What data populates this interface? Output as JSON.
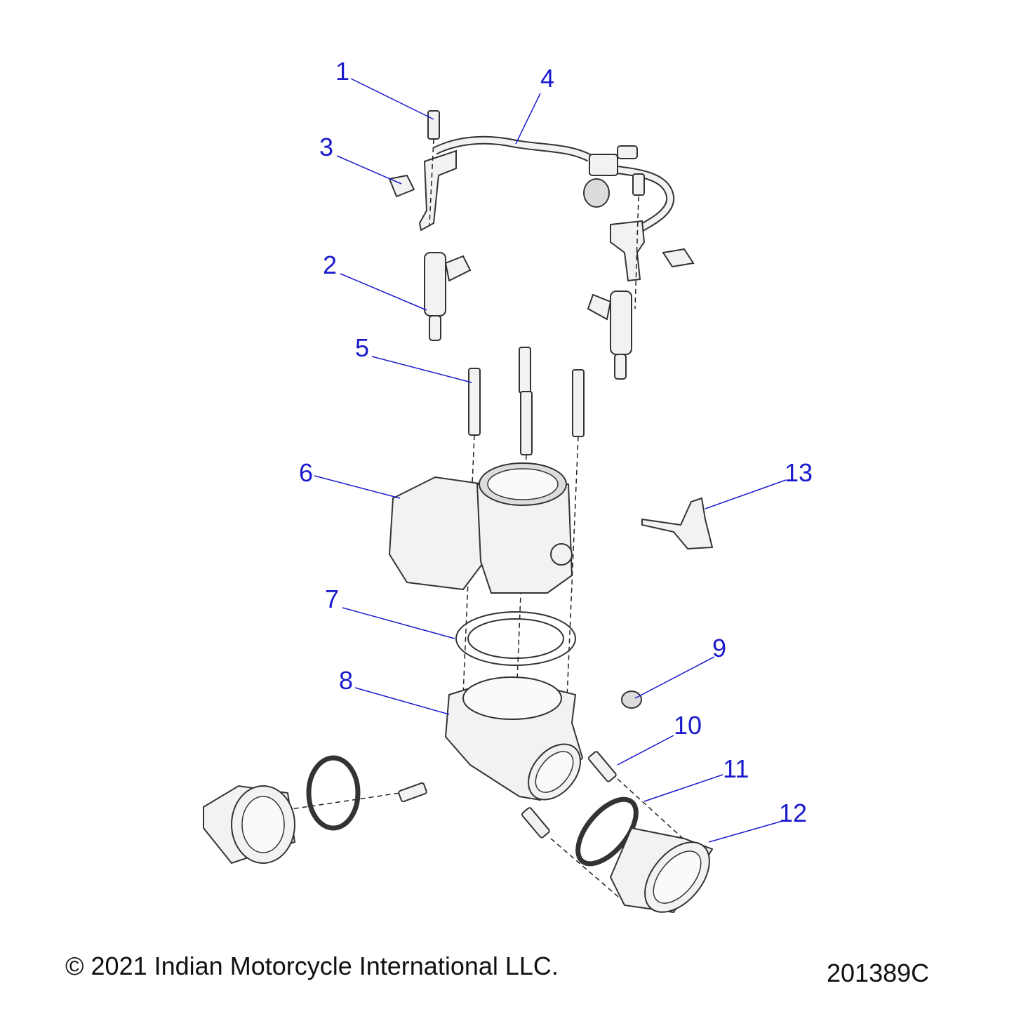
{
  "diagram": {
    "callouts": [
      "1",
      "2",
      "3",
      "4",
      "5",
      "6",
      "7",
      "8",
      "9",
      "10",
      "11",
      "12",
      "13"
    ]
  },
  "footer": {
    "copyright": "© 2021 Indian Motorcycle International LLC.",
    "drawing_number": "201389C"
  },
  "colors": {
    "callout": "#1a1acc",
    "part_outline": "#333333"
  }
}
